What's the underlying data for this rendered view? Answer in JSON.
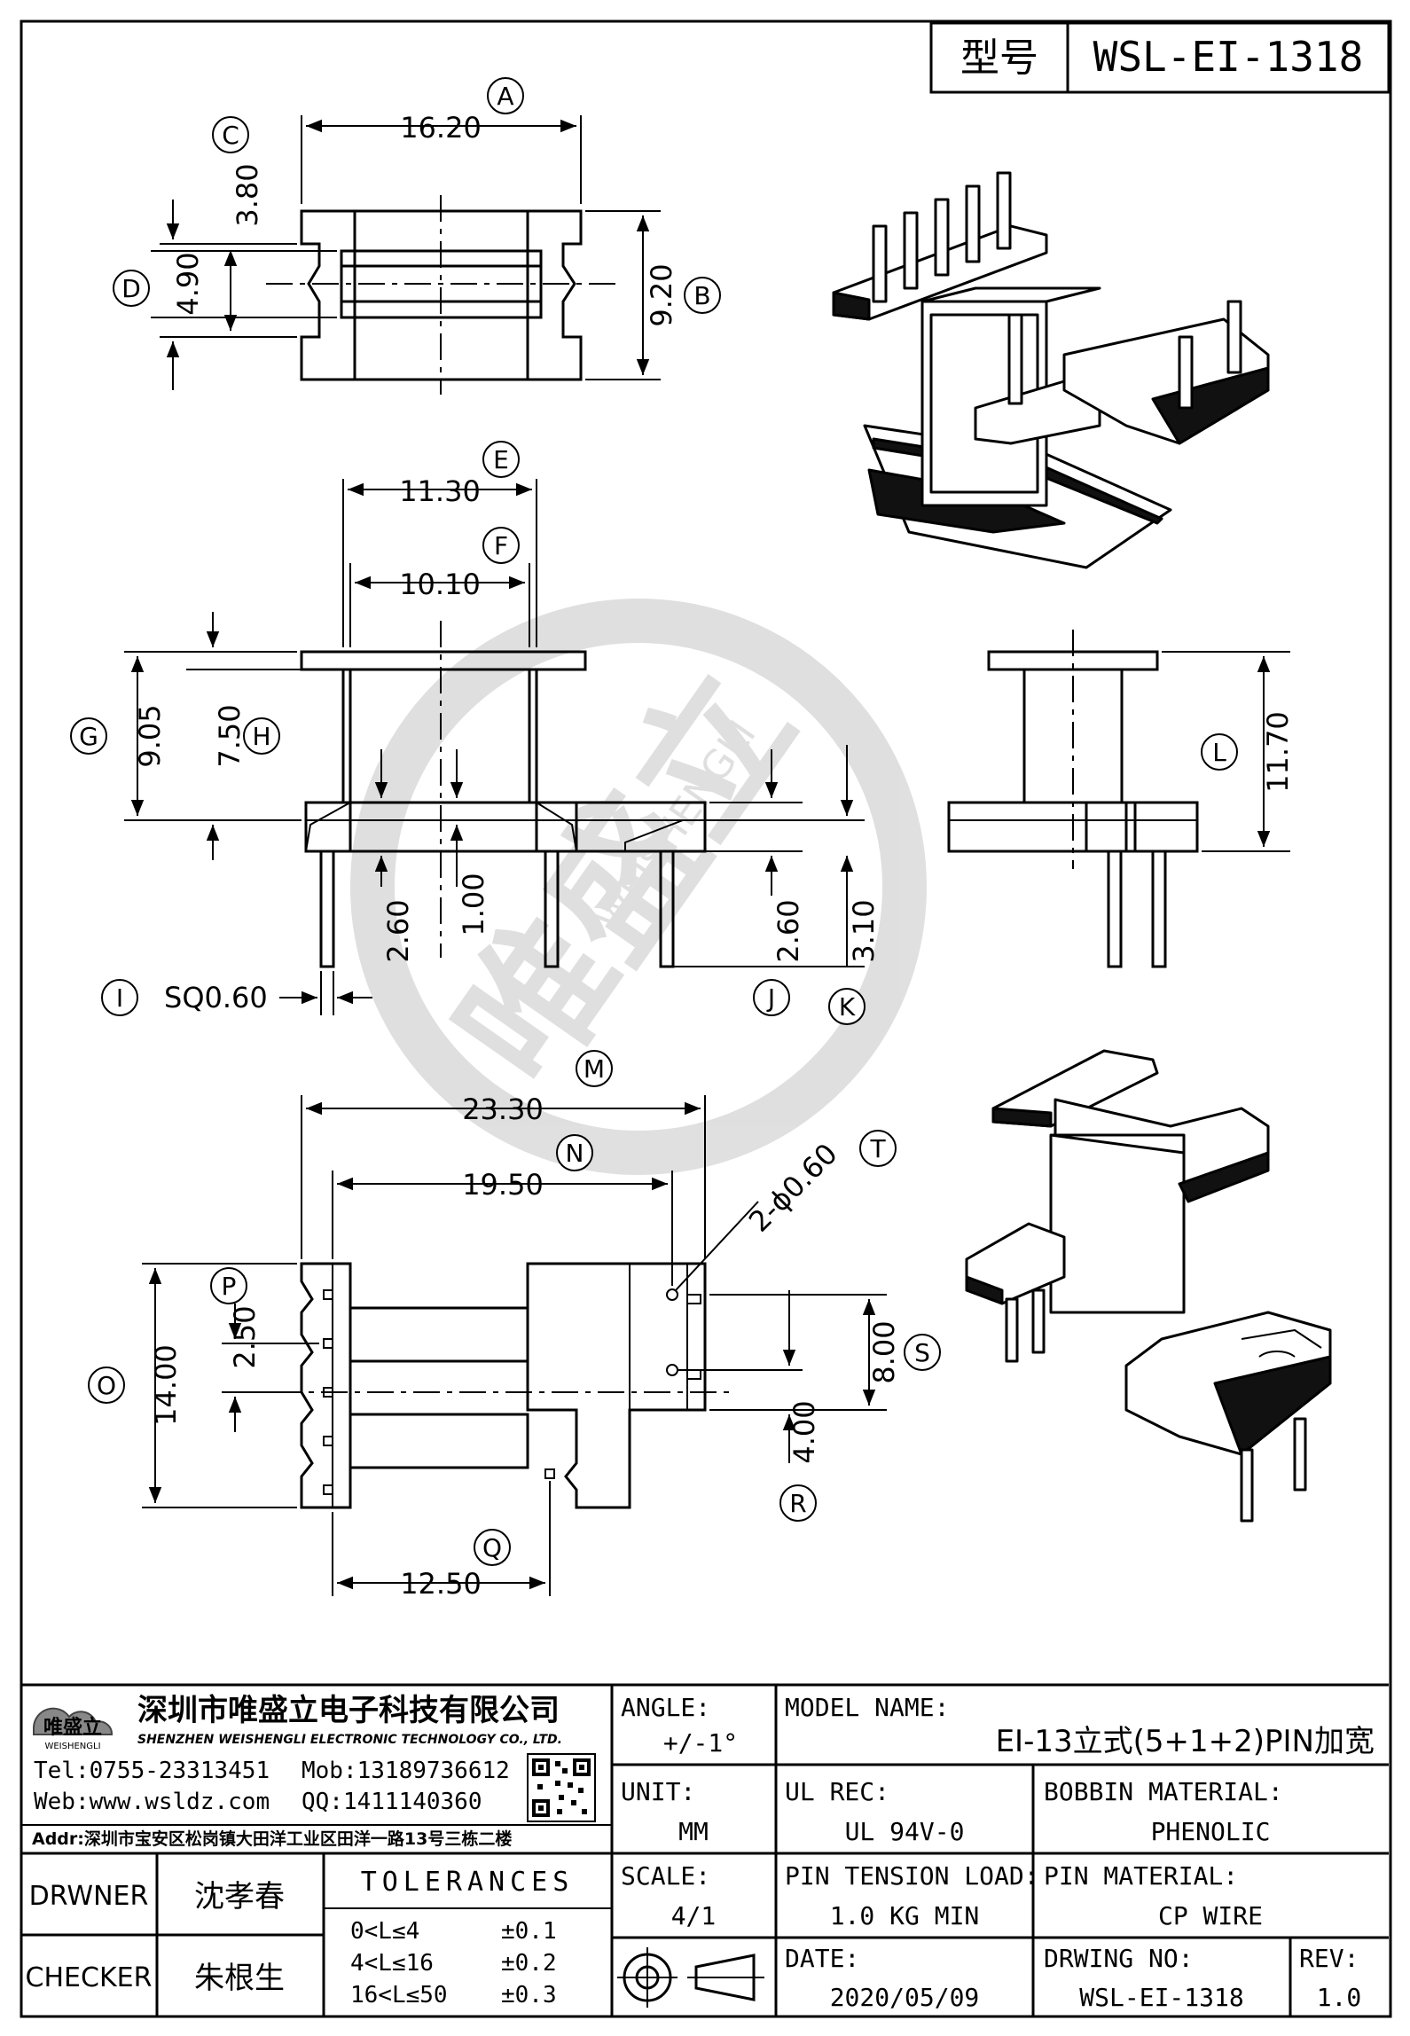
{
  "title_block": {
    "model_label": "型号",
    "model_value": "WSL-EI-1318"
  },
  "top_view": {
    "dims": {
      "A": "16.20",
      "C": "3.80",
      "D": "4.90",
      "B": "9.20"
    },
    "callouts": {
      "A": "A",
      "B": "B",
      "C": "C",
      "D": "D"
    }
  },
  "front_view": {
    "dims": {
      "E": "11.30",
      "F": "10.10",
      "G": "9.05",
      "H": "7.50",
      "pin_len": "2.60",
      "pin_off": "1.00",
      "J": "2.60",
      "K": "3.10",
      "I": "SQ0.60"
    },
    "callouts": {
      "E": "E",
      "F": "F",
      "G": "G",
      "H": "H",
      "I": "I",
      "J": "J",
      "K": "K"
    }
  },
  "side_view": {
    "dims": {
      "L": "11.70"
    },
    "callouts": {
      "L": "L"
    }
  },
  "bottom_view": {
    "dims": {
      "M": "23.30",
      "N": "19.50",
      "T": "2-ϕ0.60",
      "O": "14.00",
      "P": "2.50",
      "S": "8.00",
      "R": "4.00",
      "Q": "12.50"
    },
    "callouts": {
      "M": "M",
      "N": "N",
      "O": "O",
      "P": "P",
      "Q": "Q",
      "R": "R",
      "S": "S",
      "T": "T"
    }
  },
  "watermark": {
    "text": "唯盛立",
    "subtext": "WEISHENGLI"
  },
  "company": {
    "name_cn": "深圳市唯盛立电子科技有限公司",
    "name_en": "SHENZHEN WEISHENGLI ELECTRONIC TECHNOLOGY CO., LTD.",
    "logo_text": "唯盛立",
    "logo_sub": "WEISHENGLI",
    "tel": "Tel:0755-23313451",
    "mob": "Mob:13189736612",
    "web": "Web:www.wsldz.com",
    "qq": "QQ:1411140360",
    "addr": "Addr:深圳市宝安区松岗镇大田洋工业区田洋一路13号三栋二楼"
  },
  "info": {
    "angle_label": "ANGLE:",
    "angle_value": "+/-1°",
    "model_name_label": "MODEL NAME:",
    "model_name_value": "EI-13立式(5+1+2)PIN加宽",
    "unit_label": "UNIT:",
    "unit_value": "MM",
    "ul_label": "UL REC:",
    "ul_value": "UL 94V-0",
    "bobbin_label": "BOBBIN MATERIAL:",
    "bobbin_value": "PHENOLIC",
    "scale_label": "SCALE:",
    "scale_value": "4/1",
    "tension_label": "PIN TENSION LOAD:",
    "tension_value": "1.0 KG MIN",
    "pin_mat_label": "PIN MATERIAL:",
    "pin_mat_value": "CP WIRE",
    "date_label": "DATE:",
    "date_value": "2020/05/09",
    "drwno_label": "DRWING NO:",
    "drwno_value": "WSL-EI-1318",
    "rev_label": "REV:",
    "rev_value": "1.0",
    "drawer_label": "DRWNER",
    "drawer_value": "沈孝春",
    "checker_label": "CHECKER",
    "checker_value": "朱根生",
    "tol_title": "TOLERANCES",
    "tol_rows": [
      {
        "range": "0<L≤4",
        "tol": "±0.1"
      },
      {
        "range": "4<L≤16",
        "tol": "±0.2"
      },
      {
        "range": "16<L≤50",
        "tol": "±0.3"
      }
    ]
  }
}
